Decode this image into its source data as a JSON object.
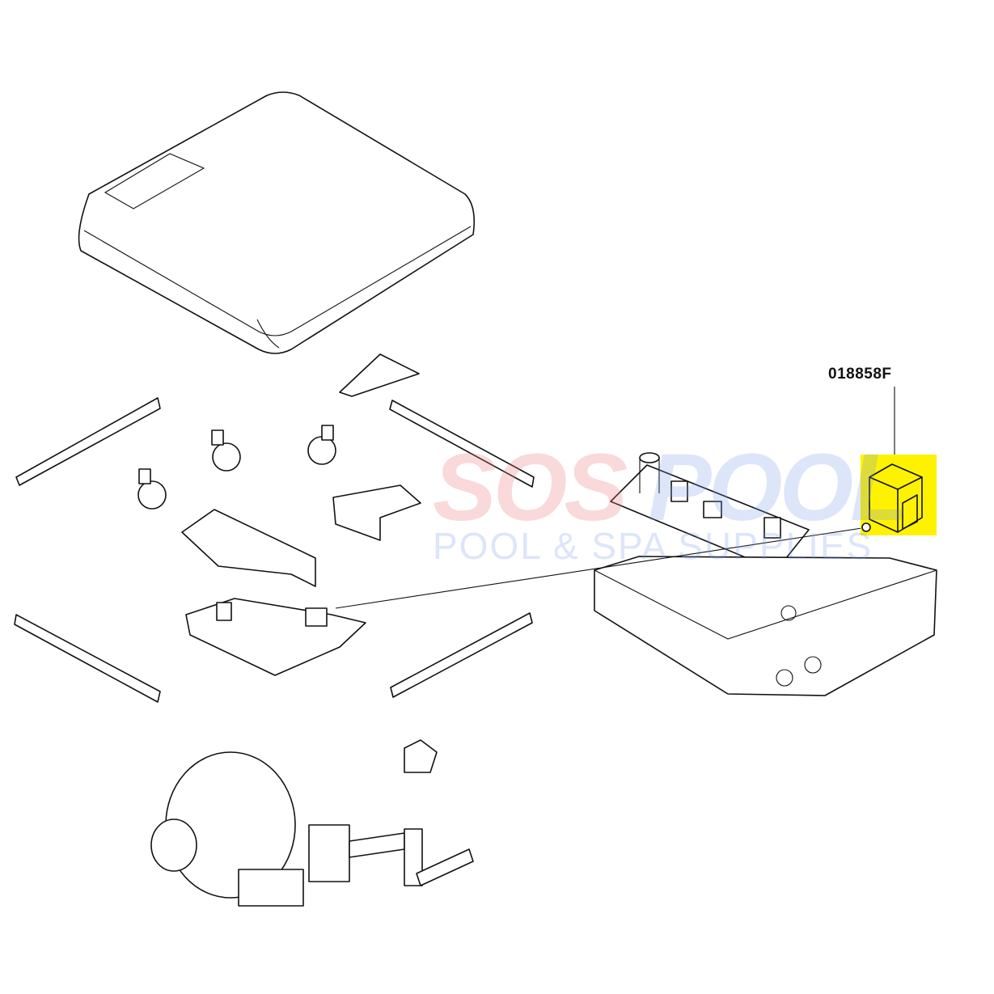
{
  "callout": {
    "part_number": "018858F",
    "highlight_color": "#FFF200"
  },
  "watermark": {
    "line1_a": "SOS",
    "line1_b": "POOL",
    "line2": "POOL & SPA SUPPLIES"
  }
}
